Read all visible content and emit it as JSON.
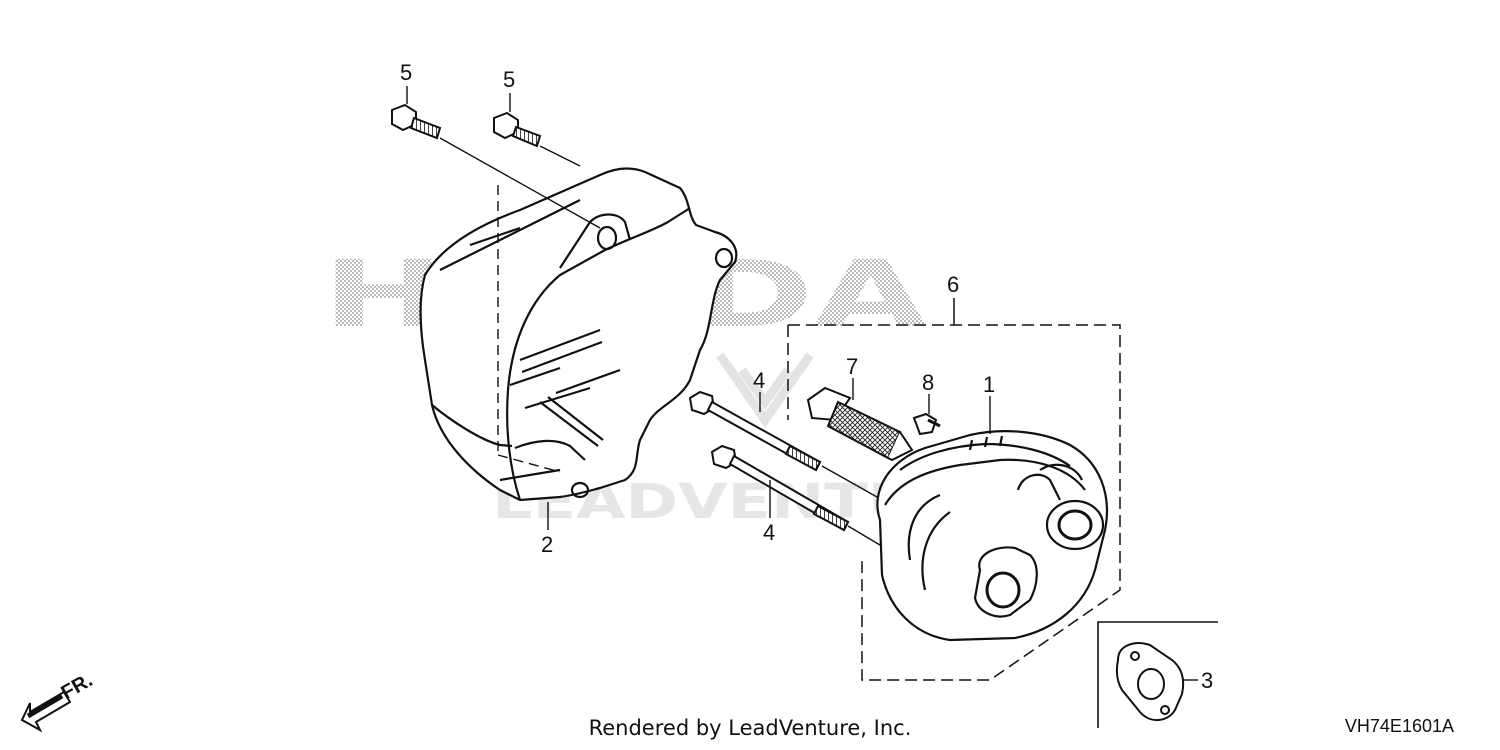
{
  "watermark": {
    "brand": "HONDA",
    "secondary": "LEADVENTURE",
    "brand_color": "#9a9a9a",
    "secondary_color": "#e3e3e3"
  },
  "callouts": {
    "muffler": "1",
    "muffler_protector": "2",
    "gasket": "3",
    "bolt_lower": "4",
    "bolt_upper": "4",
    "flange_bolt_left": "5",
    "flange_bolt_right": "5",
    "muffler_assembly": "6",
    "spark_arrester": "7",
    "screw": "8"
  },
  "direction": {
    "icon": "front-arrow-icon",
    "label": "FR."
  },
  "footer": {
    "credit": "Rendered by LeadVenture, Inc.",
    "diagram_code": "VH74E1601A"
  },
  "colors": {
    "line": "#111111",
    "background": "#ffffff"
  }
}
